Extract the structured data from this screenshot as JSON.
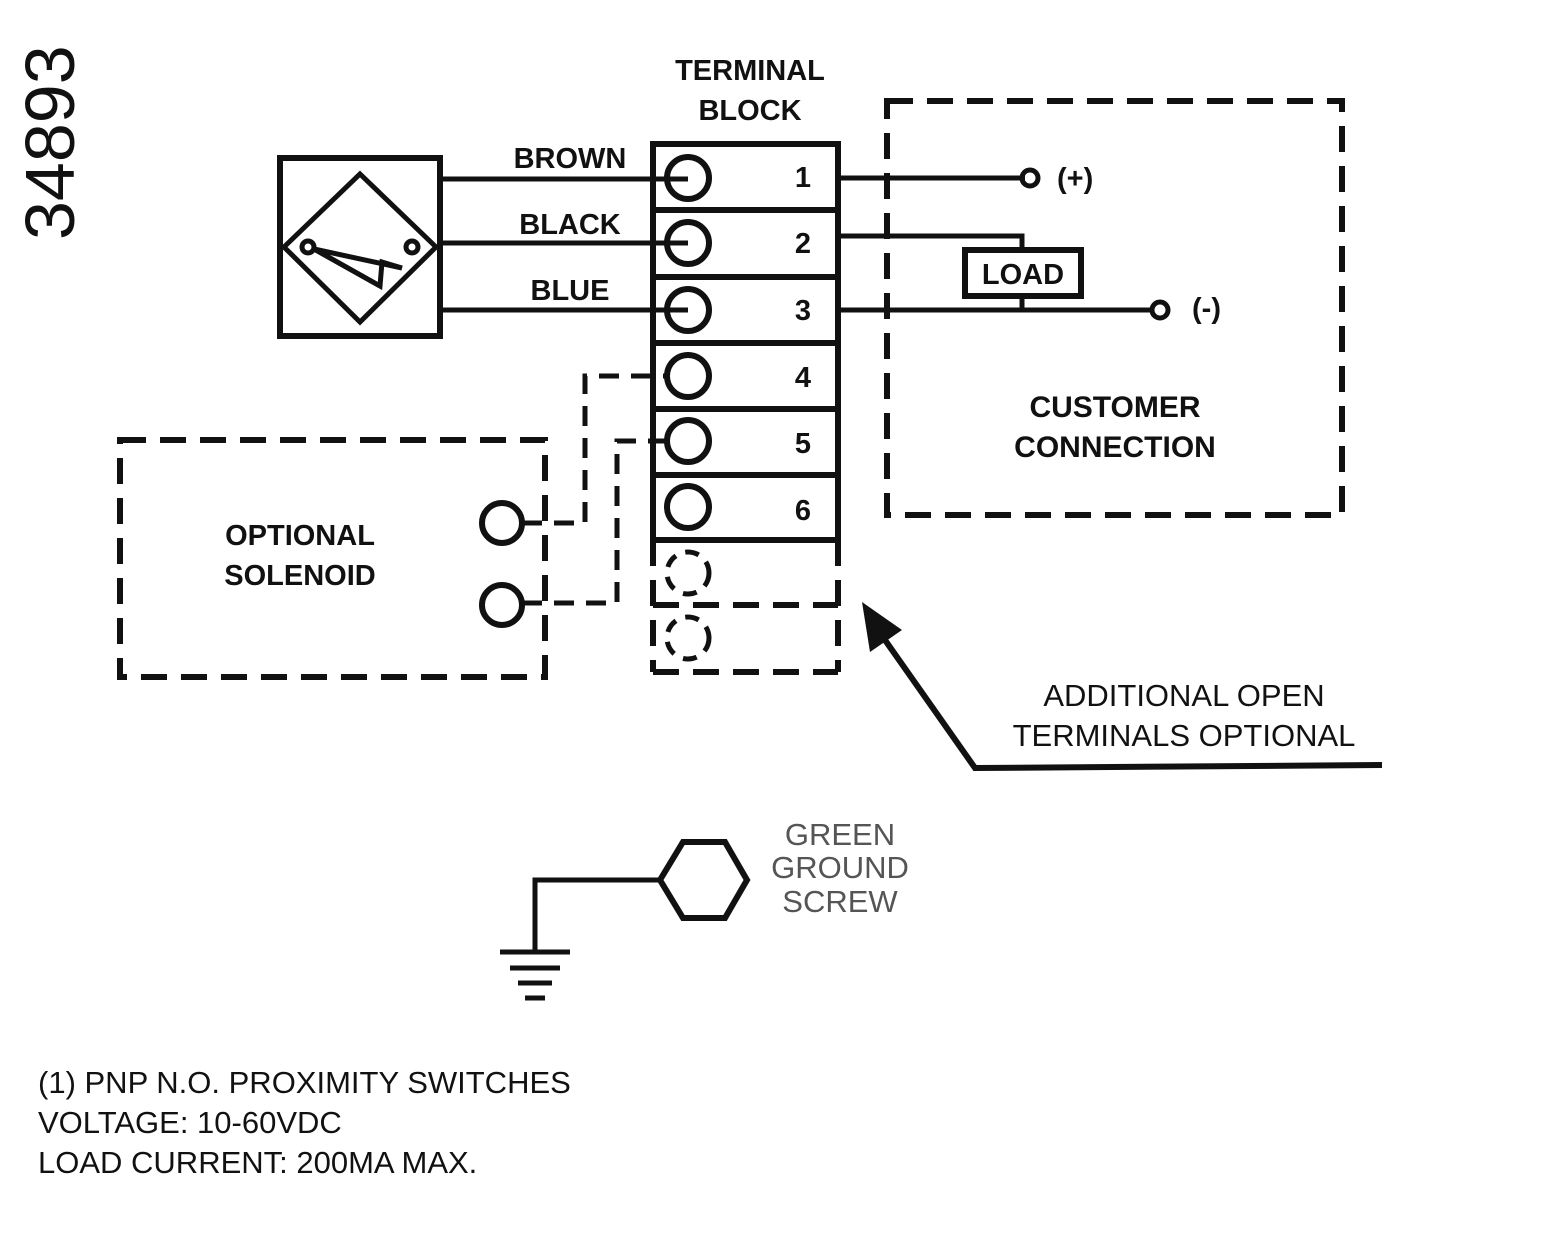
{
  "drawing_number": "34893",
  "terminal_block": {
    "title_line1": "TERMINAL",
    "title_line2": "BLOCK",
    "terminals": [
      "1",
      "2",
      "3",
      "4",
      "5",
      "6"
    ]
  },
  "wires": {
    "brown": "BROWN",
    "black": "BLACK",
    "blue": "BLUE"
  },
  "customer": {
    "positive": "(+)",
    "negative": "(-)",
    "load": "LOAD",
    "label_line1": "CUSTOMER",
    "label_line2": "CONNECTION"
  },
  "solenoid": {
    "label_line1": "OPTIONAL",
    "label_line2": "SOLENOID"
  },
  "callout": {
    "line1": "ADDITIONAL OPEN",
    "line2": "TERMINALS OPTIONAL"
  },
  "ground": {
    "line1": "GREEN",
    "line2": "GROUND",
    "line3": "SCREW"
  },
  "notes": [
    "(1) PNP N.O. PROXIMITY SWITCHES",
    "VOLTAGE: 10-60VDC",
    "LOAD CURRENT: 200MA MAX."
  ]
}
